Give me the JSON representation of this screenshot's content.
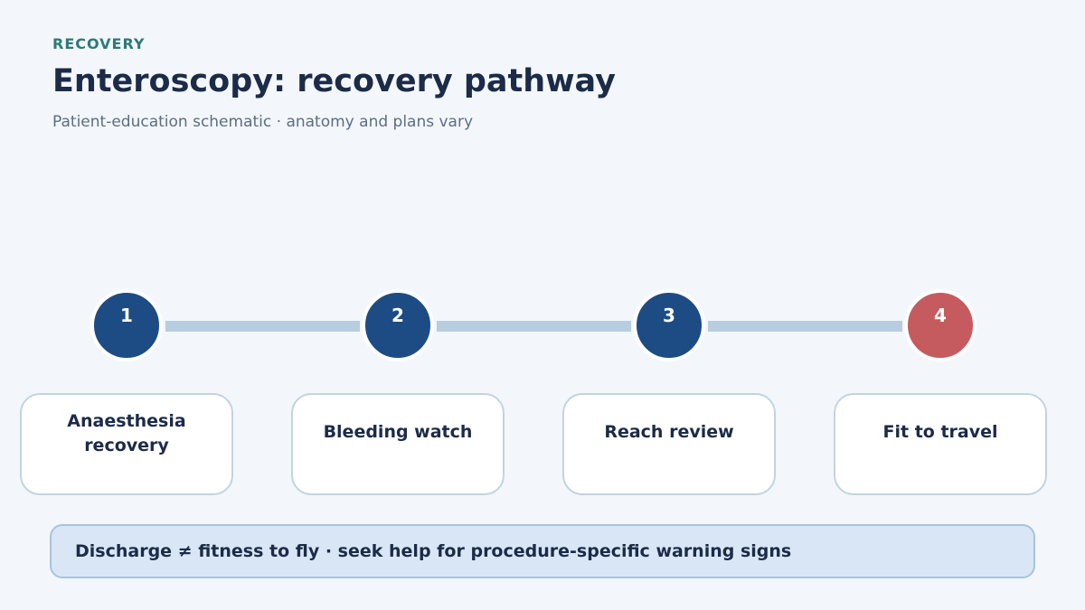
{
  "header": {
    "eyebrow": "RECOVERY",
    "title": "Enteroscopy: recovery pathway",
    "subtitle": "Patient-education schematic · anatomy and plans vary"
  },
  "steps": [
    {
      "number": "1",
      "label": "Anaesthesia recovery",
      "color": "#1d4c84"
    },
    {
      "number": "2",
      "label": "Bleeding watch",
      "color": "#1d4c84"
    },
    {
      "number": "3",
      "label": "Reach review",
      "color": "#1d4c84"
    },
    {
      "number": "4",
      "label": "Fit to travel",
      "color": "#c55b5e"
    }
  ],
  "note": "Discharge ≠ fitness to fly · seek help for procedure-specific warning signs",
  "colors": {
    "accent": "#2c7a78",
    "step_blue": "#1d4c84",
    "step_final": "#c55b5e",
    "connector": "#b8cde0",
    "note_bg": "#d9e6f5"
  }
}
